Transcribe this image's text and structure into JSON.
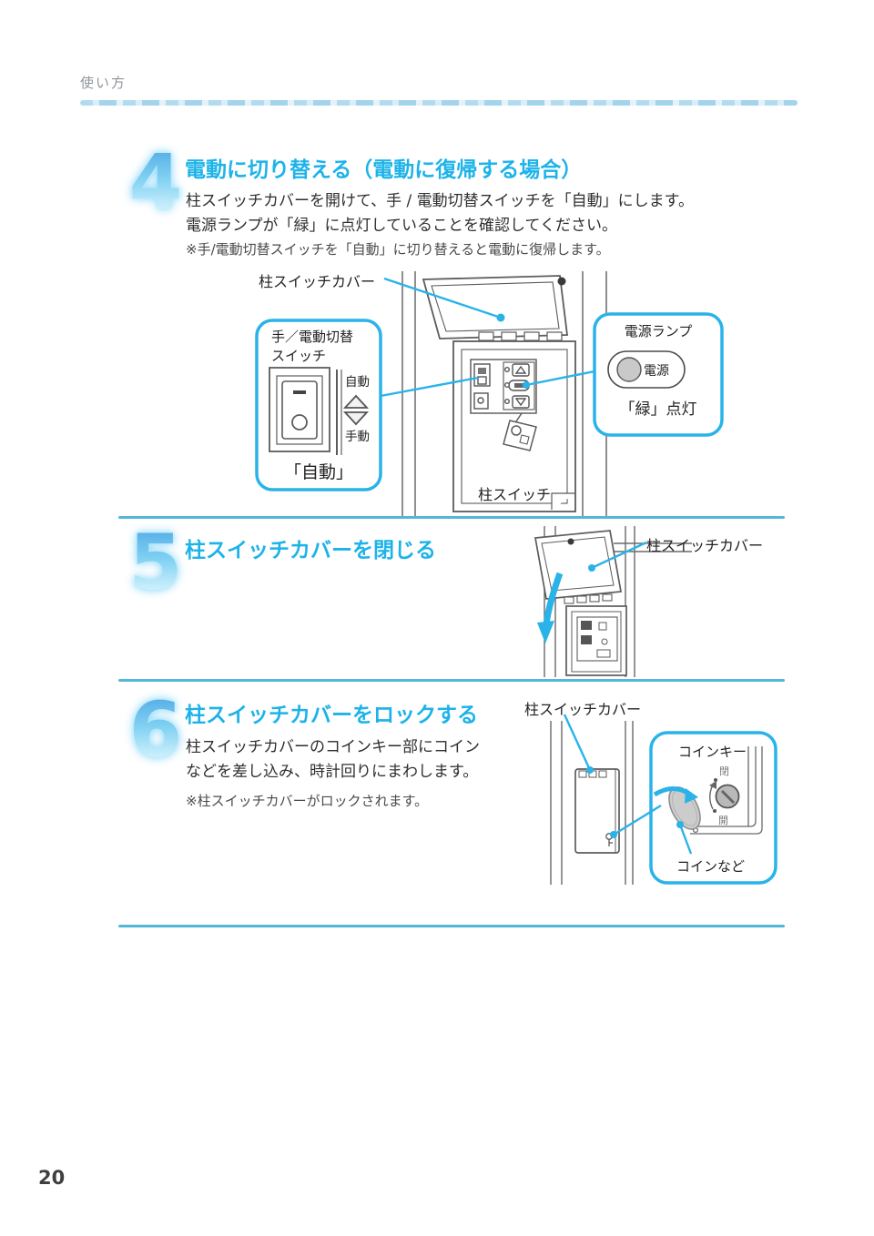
{
  "page": {
    "header": "使い方",
    "page_number": "20",
    "accent_color": "#29b3e9",
    "divider_color": "#53b7da"
  },
  "steps": [
    {
      "number": "4",
      "title": "電動に切り替える（電動に復帰する場合）",
      "body_line1": "柱スイッチカバーを開けて、手 / 電動切替スイッチを「自動」にします。",
      "body_line2": "電源ランプが「緑」に点灯していることを確認してください。",
      "note": "※手/電動切替スイッチを「自動」に切り替えると電動に復帰します。"
    },
    {
      "number": "5",
      "title": "柱スイッチカバーを閉じる"
    },
    {
      "number": "6",
      "title": "柱スイッチカバーをロックする",
      "body_line1": "柱スイッチカバーのコインキー部にコイン",
      "body_line2": "などを差し込み、時計回りにまわします。",
      "note": "※柱スイッチカバーがロックされます。"
    }
  ],
  "diagram4": {
    "cover_label": "柱スイッチカバー",
    "switch_callout": {
      "title_line1": "手／電動切替",
      "title_line2": "スイッチ",
      "auto_label": "自動",
      "manual_label": "手動",
      "setting_label": "「自動」"
    },
    "power_callout": {
      "title": "電源ランプ",
      "button_label": "電源",
      "status_label": "「緑」点灯"
    },
    "base_label": "柱スイッチ"
  },
  "diagram5": {
    "cover_label": "柱スイッチカバー"
  },
  "diagram6": {
    "cover_label": "柱スイッチカバー",
    "coin_key_label": "コインキー",
    "closed_label": "閉",
    "open_label": "開",
    "coin_label": "コインなど"
  }
}
